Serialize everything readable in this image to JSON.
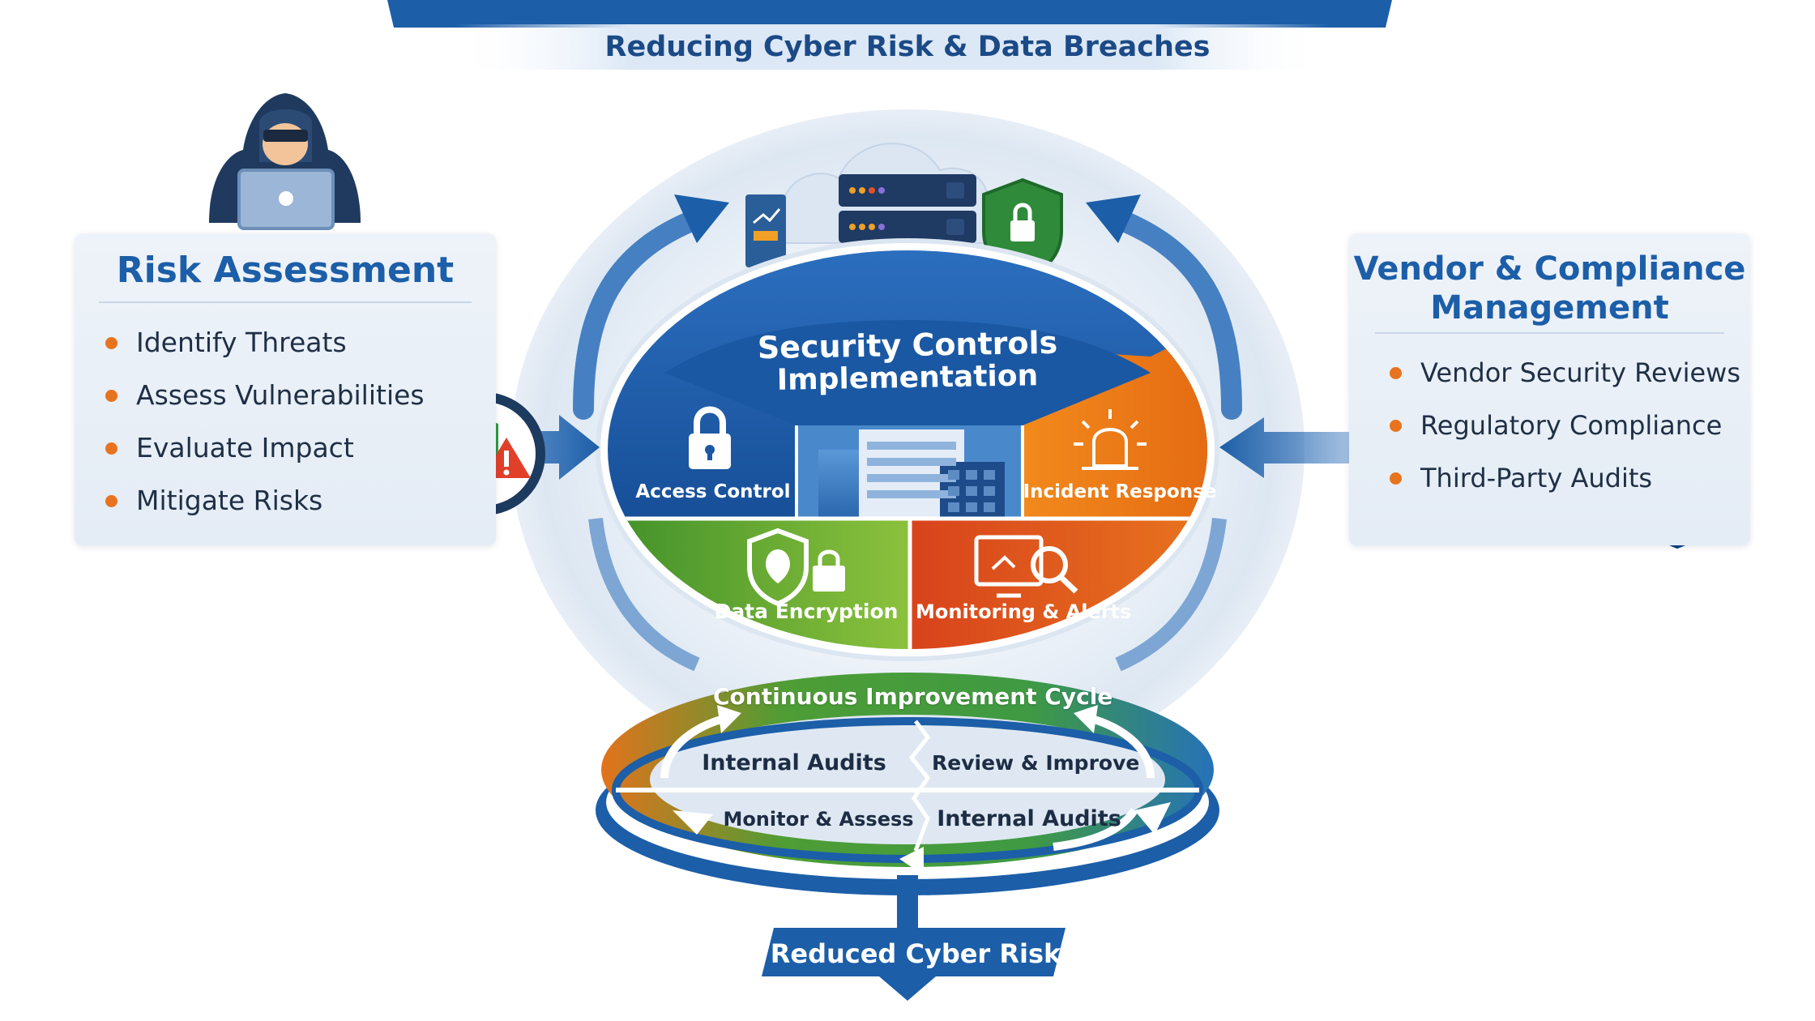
{
  "header": {
    "subtitle": "Reducing Cyber Risk & Data Breaches"
  },
  "risk_assessment": {
    "title": "Risk Assessment",
    "items": [
      "Identify Threats",
      "Assess Vulnerabilities",
      "Evaluate Impact",
      "Mitigate Risks"
    ]
  },
  "vendor_compliance": {
    "title_line1": "Vendor & Compliance",
    "title_line2": "Management",
    "items": [
      "Vendor Security Reviews",
      "Regulatory Compliance",
      "Third-Party Audits"
    ]
  },
  "security_controls": {
    "title_line1": "Security Controls",
    "title_line2": "Implementation",
    "access_control": "Access Control",
    "incident_response": "Incident Response",
    "data_encryption": "Data Encryption",
    "monitoring_alerts": "Monitoring & Alerts"
  },
  "cycle": {
    "title": "Continuous Improvement Cycle",
    "internal_audits_top": "Internal Audits",
    "review_improve": "Review & Improve",
    "monitor_assess": "Monitor & Assess",
    "internal_audits_bottom": "Internal Audits"
  },
  "outcome": {
    "label": "Reduced Cyber Risk"
  },
  "colors": {
    "primary_blue": "#1c5ea8",
    "dark_blue": "#0f3f7e",
    "orange": "#ef7d1a",
    "green": "#4f9f2f",
    "red_orange": "#d9501e",
    "bullet": "#e8731e",
    "panel_bg": "#eaf0f7"
  }
}
